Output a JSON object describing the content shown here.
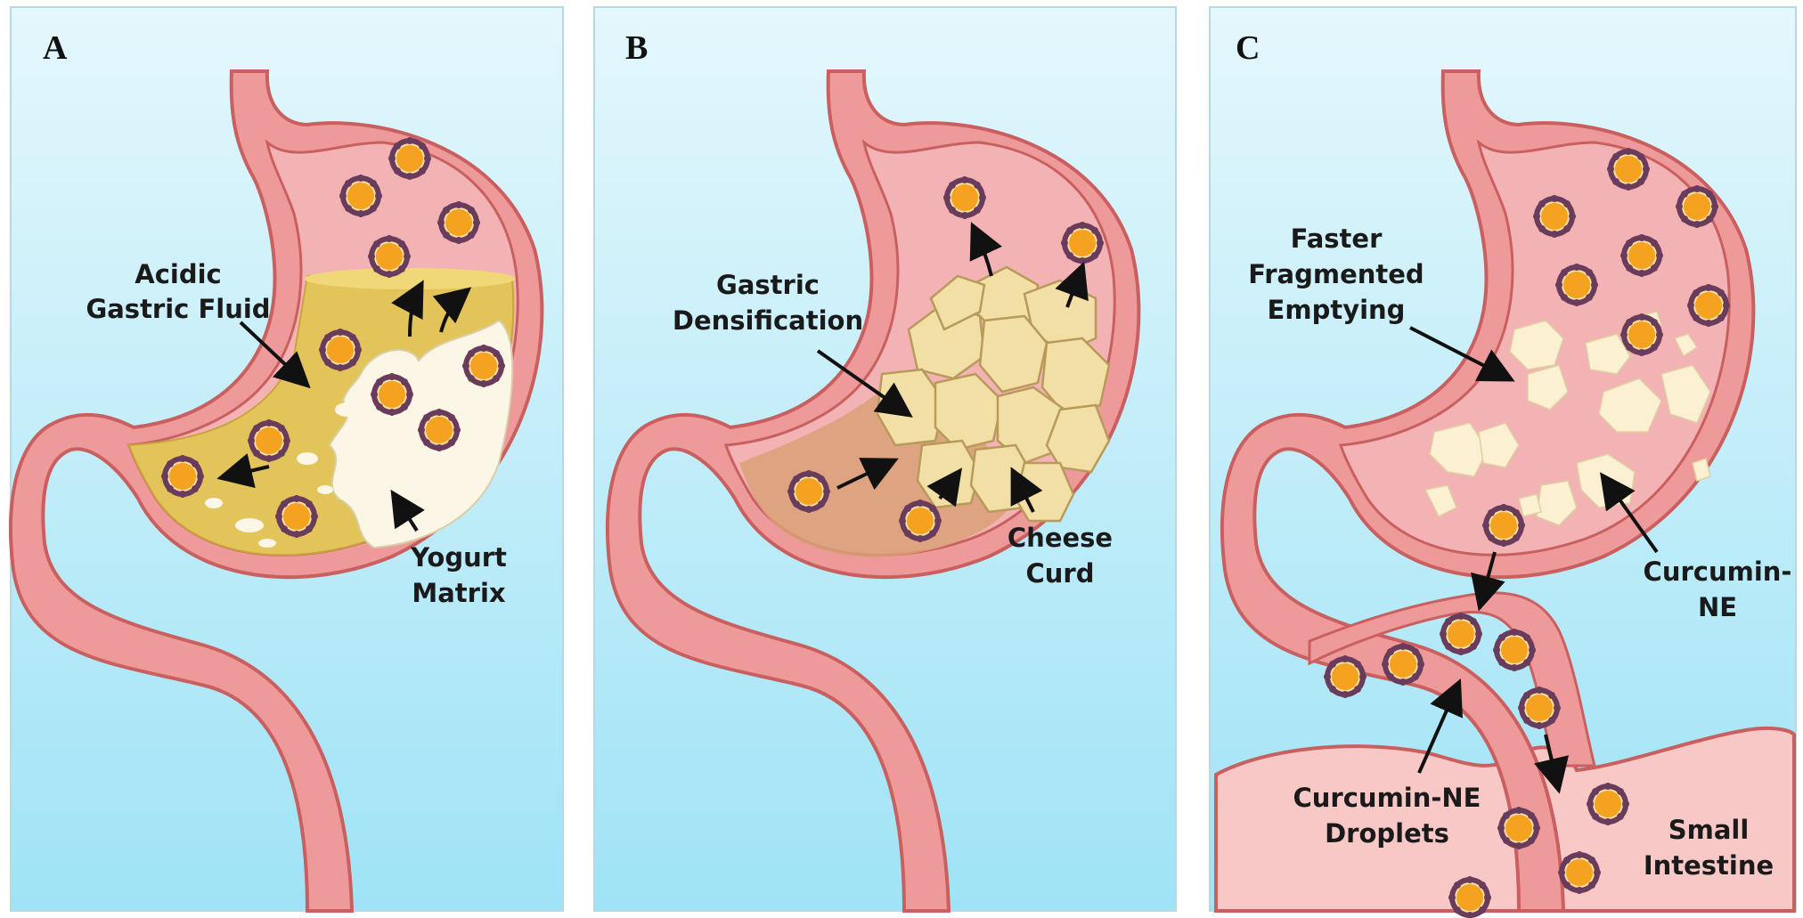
{
  "figure": {
    "panels": [
      {
        "letter": "A",
        "labels": {
          "acidic_line1": "Acidic",
          "acidic_line2": "Gastric Fluid",
          "yogurt_line1": "Yogurt",
          "yogurt_line2": "Matrix"
        }
      },
      {
        "letter": "B",
        "labels": {
          "dens_line1": "Gastric",
          "dens_line2": "Densification",
          "cheese_line1": "Cheese",
          "cheese_line2": "Curd"
        }
      },
      {
        "letter": "C",
        "labels": {
          "faster_line1": "Faster",
          "faster_line2": "Fragmented",
          "faster_line3": "Emptying",
          "curcumin_line1": "Curcumin-",
          "curcumin_line2": "NE",
          "droplets_line1": "Curcumin-NE",
          "droplets_line2": "Droplets",
          "intestine_line1": "Small",
          "intestine_line2": "Intestine"
        }
      }
    ],
    "colors": {
      "background_top": "#e4f7fc",
      "background_bottom": "#9fe3f6",
      "stomach_wall": "#ef9a9a",
      "stomach_outline": "#c9605f",
      "stomach_inner": "#f3b3b5",
      "gastric_fluid": "#e3c45a",
      "yogurt": "#fbf6e6",
      "cheese_curd": "#f2dfa6",
      "droplet": "#f4a21f",
      "droplet_ring": "#6a3c5c",
      "arrow": "#111111"
    },
    "icons": [
      "curcumin-ne-droplet-icon",
      "arrow-icon"
    ]
  }
}
